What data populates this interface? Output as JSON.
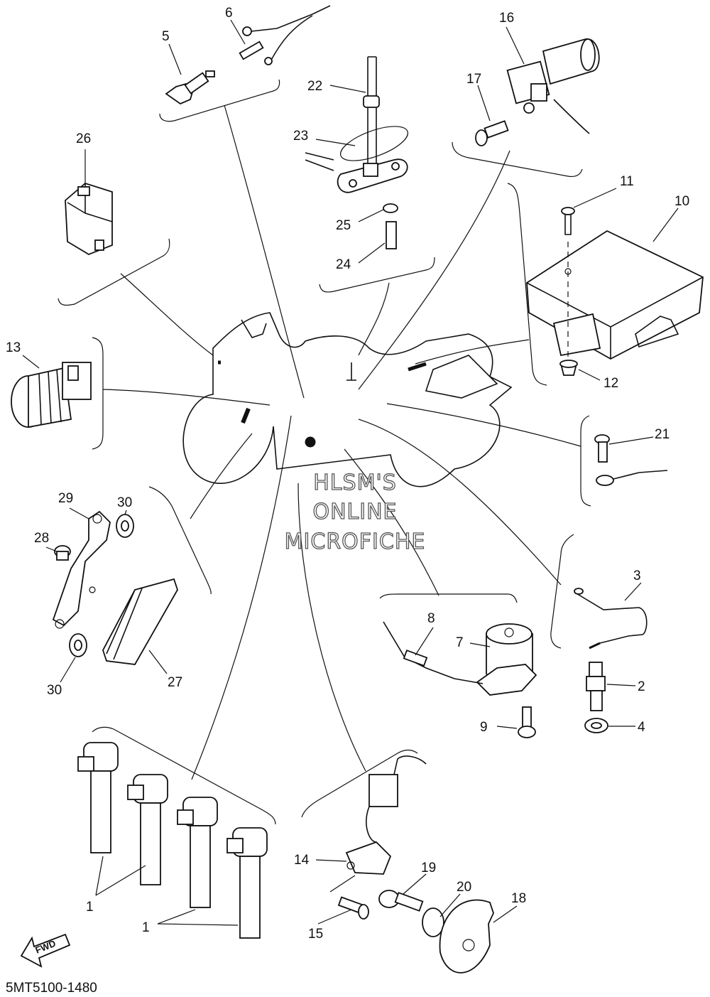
{
  "diagram_code": "5MT5100-1480",
  "watermark": [
    "HLSM'S",
    "ONLINE",
    "MICROFICHE"
  ],
  "fwd_label": "FWD",
  "callouts": {
    "c1a": "1",
    "c1b": "1",
    "c2": "2",
    "c3": "3",
    "c4": "4",
    "c5": "5",
    "c6": "6",
    "c7": "7",
    "c8": "8",
    "c9": "9",
    "c10": "10",
    "c11": "11",
    "c12": "12",
    "c13": "13",
    "c14": "14",
    "c15": "15",
    "c16": "16",
    "c17": "17",
    "c18": "18",
    "c19": "19",
    "c20": "20",
    "c21": "21",
    "c22": "22",
    "c23": "23",
    "c24": "24",
    "c25": "25",
    "c26": "26",
    "c27": "27",
    "c28": "28",
    "c29": "29",
    "c30a": "30",
    "c30b": "30"
  }
}
